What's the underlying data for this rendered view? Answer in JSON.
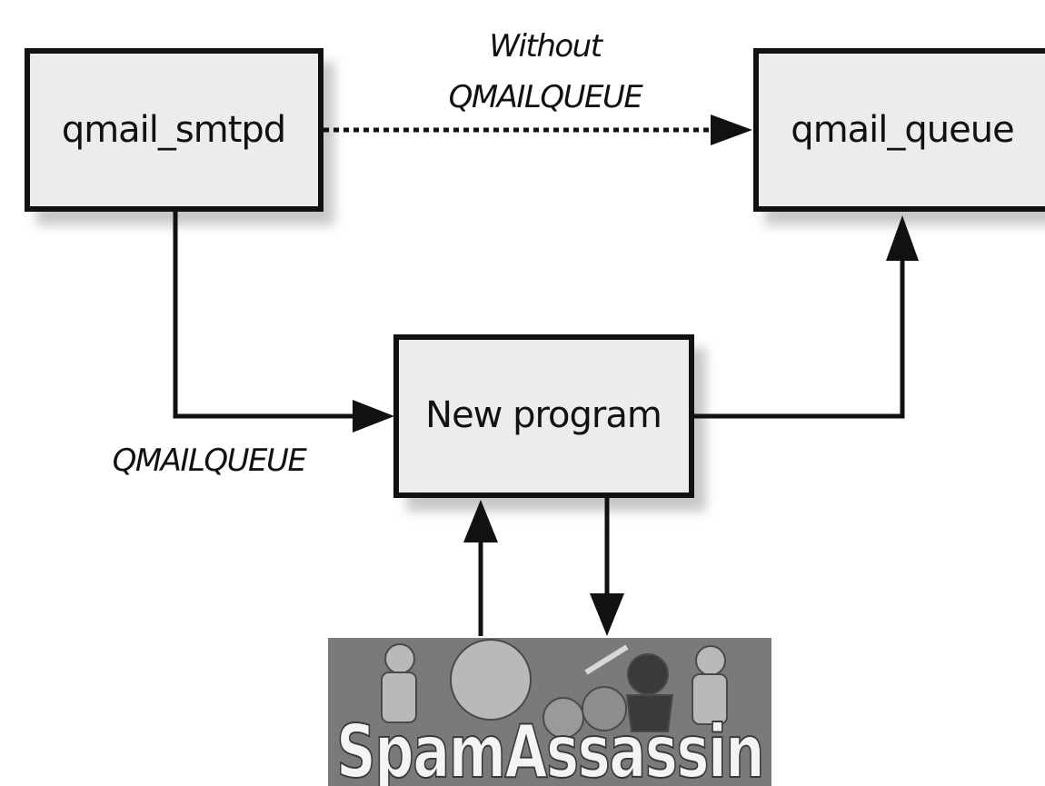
{
  "diagram": {
    "nodes": {
      "smtpd": "qmail_smtpd",
      "queue": "qmail_queue",
      "new_program": "New program"
    },
    "edges": {
      "without_label_line1": "Without",
      "without_label_line2": "QMAILQUEUE",
      "with_label": "QMAILQUEUE"
    },
    "logo": {
      "text": "SpamAssassin"
    },
    "colors": {
      "box_fill": "#ececec",
      "box_border": "#111111",
      "shadow": "#c8c8c8",
      "logo_bg": "#7a7a7a"
    }
  }
}
